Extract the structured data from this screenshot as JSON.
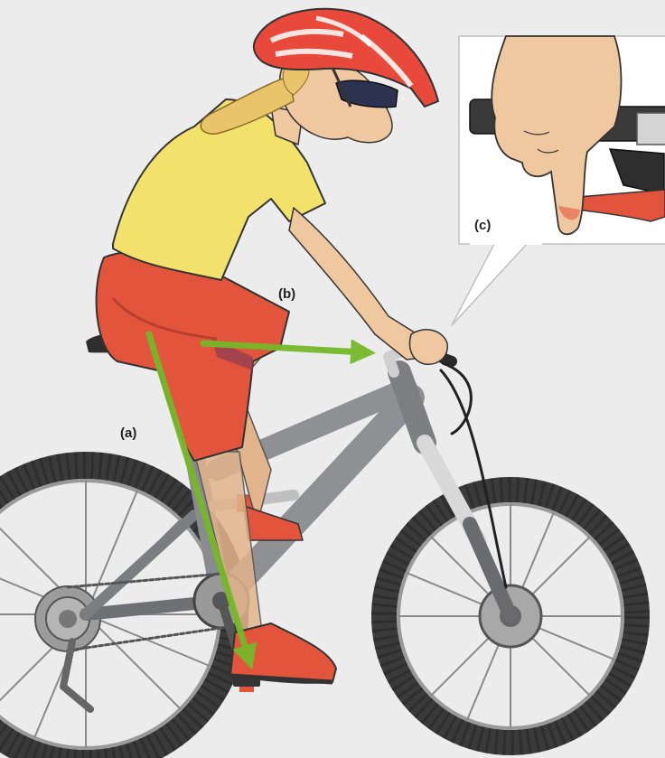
{
  "labels": {
    "a": "(a)",
    "b": "(b)",
    "c": "(c)"
  },
  "colors": {
    "background": "#ececec",
    "arrow": "#76b82a",
    "jersey": "#f2e16b",
    "shorts": "#e2553c",
    "helmet": "#e8493a",
    "frame": "#8f9094",
    "tire": "#3a3a3a",
    "skin": "#f0c8a0",
    "hair": "#e9c46a",
    "brake_lever": "#e2553c"
  }
}
